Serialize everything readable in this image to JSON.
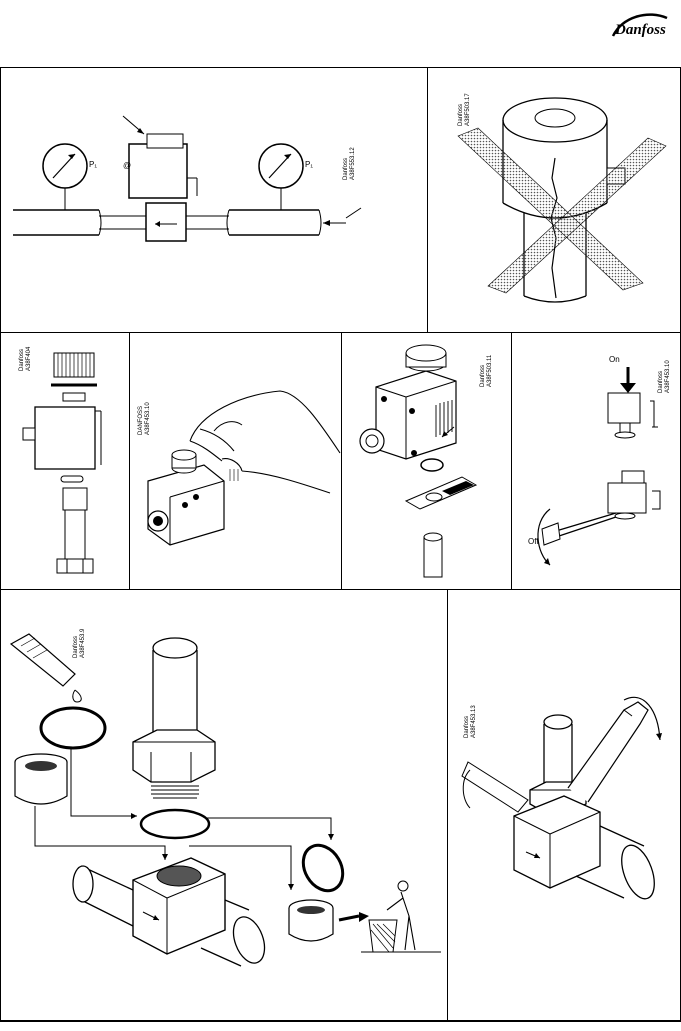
{
  "brand": {
    "name": "Danfoss",
    "logo_icon": "danfoss-wordmark"
  },
  "colors": {
    "line": "#000000",
    "background": "#ffffff",
    "hatch": "#555555"
  },
  "panels": {
    "pressure_test": {
      "gauge_left_label": "P₁",
      "gauge_right_label": "P₁",
      "caption_line1": "Danfoss",
      "caption_line2": "A38F553.12"
    },
    "no_cut": {
      "caption_line1": "Danfoss",
      "caption_line2": "A38F503.17"
    },
    "coil_assembly": {
      "caption_line1": "Danfoss",
      "caption_line2": "A38F404"
    },
    "hand_mount": {
      "caption_line1": "DANFOSS",
      "caption_line2": "A38F453.10"
    },
    "coil_seal": {
      "caption_line1": "Danfoss",
      "caption_line2": "A38F503.11"
    },
    "manual_operation": {
      "on_label": "On",
      "off_label": "Off",
      "caption_line1": "Danfoss",
      "caption_line2": "A38F453.10"
    },
    "exploded_assembly": {
      "caption_line1": "Danfoss",
      "caption_line2": "A38F453.9"
    },
    "tightening": {
      "caption_line1": "Danfoss",
      "caption_line2": "A38F453.13"
    }
  }
}
